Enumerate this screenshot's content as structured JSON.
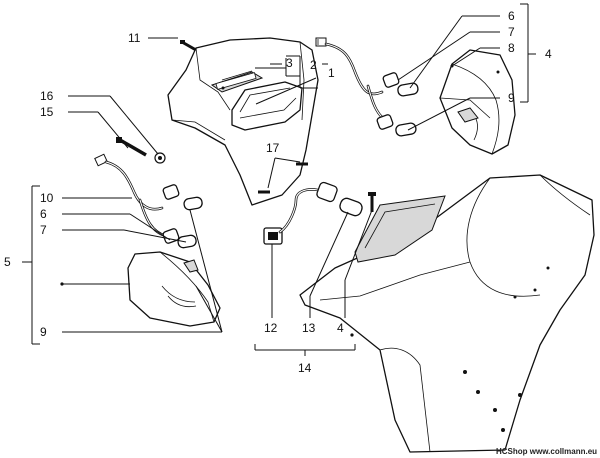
{
  "labels": {
    "l1": "1",
    "l2": "2",
    "l3": "3",
    "l4a": "4",
    "l4b": "4",
    "l5": "5",
    "l6a": "6",
    "l6b": "6",
    "l7a": "7",
    "l7b": "7",
    "l8": "8",
    "l9a": "9",
    "l9b": "9",
    "l10": "10",
    "l11": "11",
    "l12": "12",
    "l13": "13",
    "l14": "14",
    "l15": "15",
    "l16": "16",
    "l17": "17"
  },
  "watermark": "HCShop www.collmann.eu",
  "icons": {
    "tail-light": "tail-light-unit-icon",
    "rear-fairing": "rear-fairing-icon",
    "turn-signal": "turn-signal-lens-icon",
    "bulb": "bulb-icon",
    "socket": "bulb-socket-icon",
    "screw": "screw-icon",
    "connector": "wire-connector-icon"
  }
}
